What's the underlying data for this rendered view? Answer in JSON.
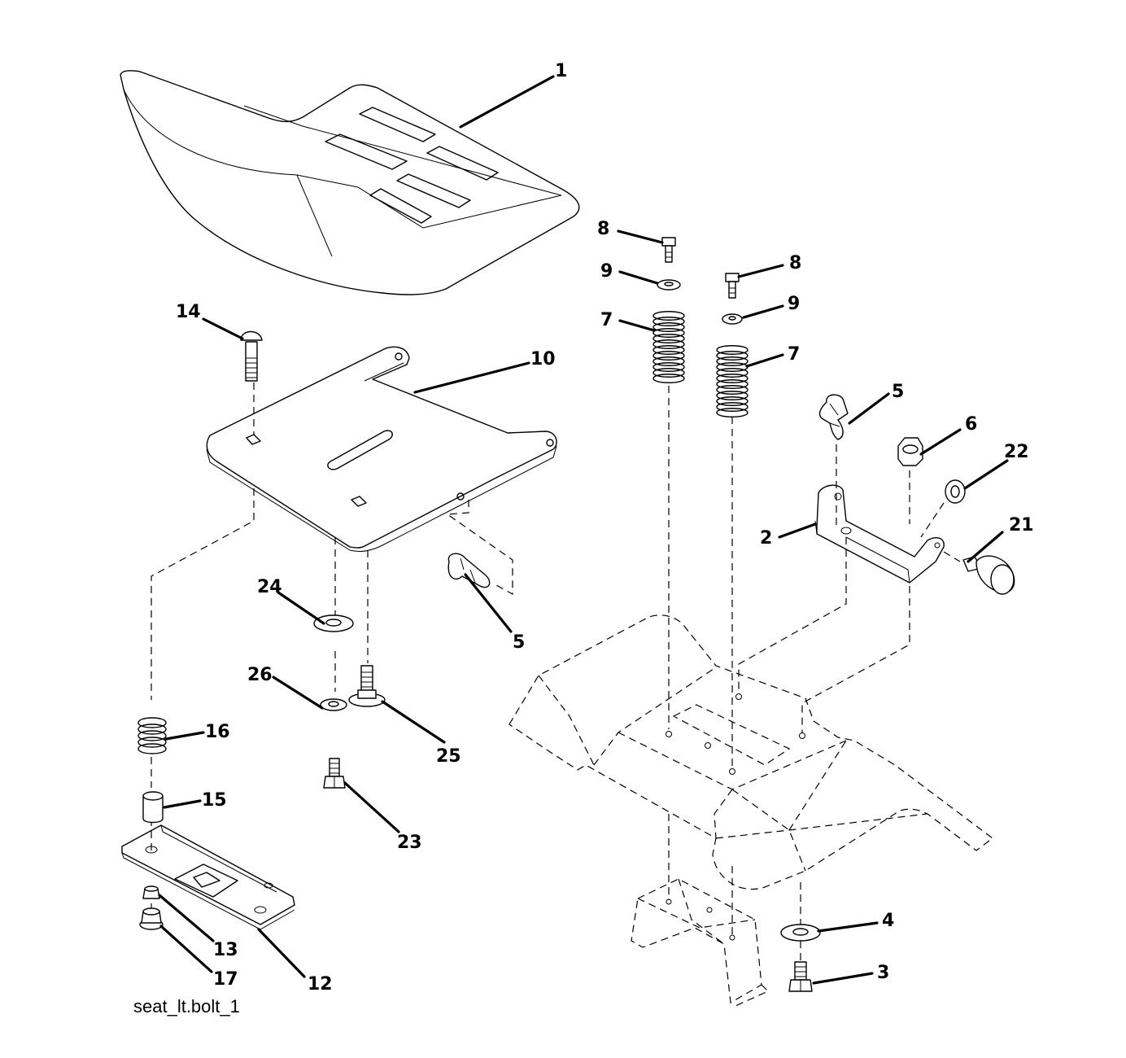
{
  "diagram": {
    "caption": "seat_lt.bolt_1",
    "callouts": [
      {
        "id": "c1",
        "label": "1"
      },
      {
        "id": "c8a",
        "label": "8"
      },
      {
        "id": "c8b",
        "label": "8"
      },
      {
        "id": "c9a",
        "label": "9"
      },
      {
        "id": "c9b",
        "label": "9"
      },
      {
        "id": "c7a",
        "label": "7"
      },
      {
        "id": "c7b",
        "label": "7"
      },
      {
        "id": "c14",
        "label": "14"
      },
      {
        "id": "c10",
        "label": "10"
      },
      {
        "id": "c5a",
        "label": "5"
      },
      {
        "id": "c5b",
        "label": "5"
      },
      {
        "id": "c6",
        "label": "6"
      },
      {
        "id": "c22",
        "label": "22"
      },
      {
        "id": "c2",
        "label": "2"
      },
      {
        "id": "c21",
        "label": "21"
      },
      {
        "id": "c24",
        "label": "24"
      },
      {
        "id": "c26",
        "label": "26"
      },
      {
        "id": "c25",
        "label": "25"
      },
      {
        "id": "c16",
        "label": "16"
      },
      {
        "id": "c15",
        "label": "15"
      },
      {
        "id": "c23",
        "label": "23"
      },
      {
        "id": "c13",
        "label": "13"
      },
      {
        "id": "c17",
        "label": "17"
      },
      {
        "id": "c12",
        "label": "12"
      },
      {
        "id": "c4",
        "label": "4"
      },
      {
        "id": "c3",
        "label": "3"
      }
    ]
  }
}
